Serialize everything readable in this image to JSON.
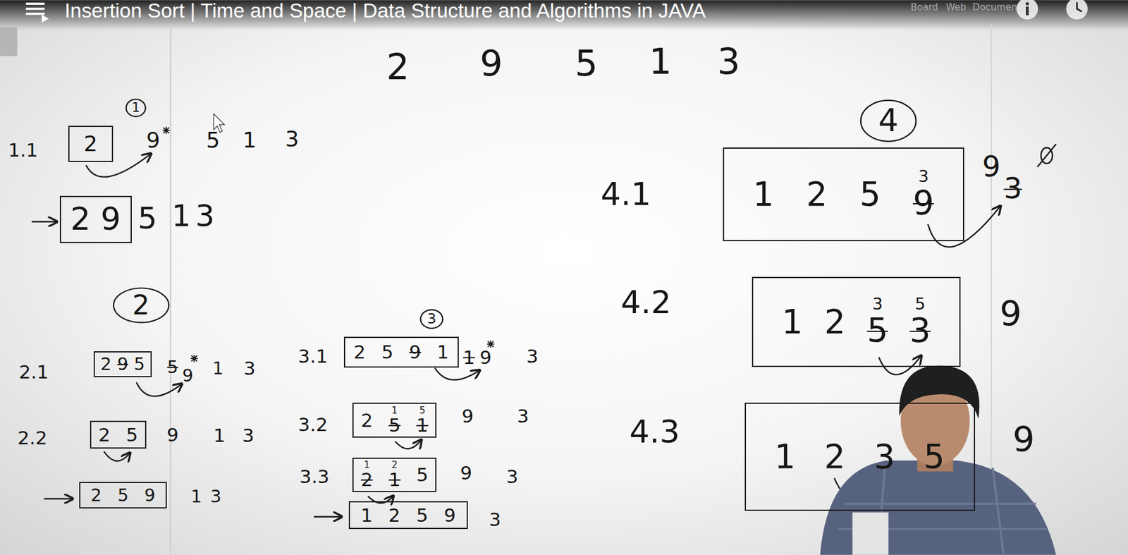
{
  "diagram": {
    "title": "Insertion Sort | Time and Space | Data Structure and Algorithms in JAVA",
    "nodes": [
      {
        "text": [
          "1"
        ]
      },
      {
        "text": [
          "2"
        ]
      },
      {
        "text": [
          "2",
          "9"
        ]
      },
      {
        "text": [
          "2"
        ]
      },
      {
        "text": [
          "2",
          "9",
          "5"
        ]
      },
      {
        "text": [
          "2",
          "5"
        ]
      },
      {
        "text": [
          "2",
          "5",
          "9"
        ]
      },
      {
        "text": [
          "3"
        ]
      },
      {
        "text": [
          "2",
          "5",
          "9",
          "1"
        ]
      },
      {
        "text": [
          "2",
          "5",
          "1",
          "1",
          "5"
        ]
      },
      {
        "text": [
          "2",
          "1",
          "1",
          "2",
          "5"
        ]
      },
      {
        "text": [
          "1",
          "2",
          "5",
          "9"
        ]
      },
      {
        "text": [
          "4"
        ]
      },
      {
        "text": [
          "1",
          "2",
          "5",
          "9",
          "3"
        ]
      },
      {
        "text": [
          "1",
          "2",
          "5",
          "3",
          "3",
          "5"
        ]
      },
      {
        "text": [
          "1",
          "2",
          "3",
          "5"
        ]
      }
    ],
    "labels": [
      "Board",
      "Web",
      "Documen",
      "2",
      "9",
      "5",
      "1",
      "3",
      "1.1",
      "9",
      "5",
      "1",
      "3",
      "5",
      "1",
      "3",
      "2.1",
      "5",
      "9",
      "1",
      "3",
      "2.2",
      "9",
      "1",
      "3",
      "1",
      "3",
      "3.1",
      "1",
      "9",
      "3",
      "3.2",
      "9",
      "3",
      "3.3",
      "9",
      "3",
      "3",
      "4.1",
      "9",
      "3",
      "4.2",
      "9",
      "4.3",
      "9"
    ]
  }
}
